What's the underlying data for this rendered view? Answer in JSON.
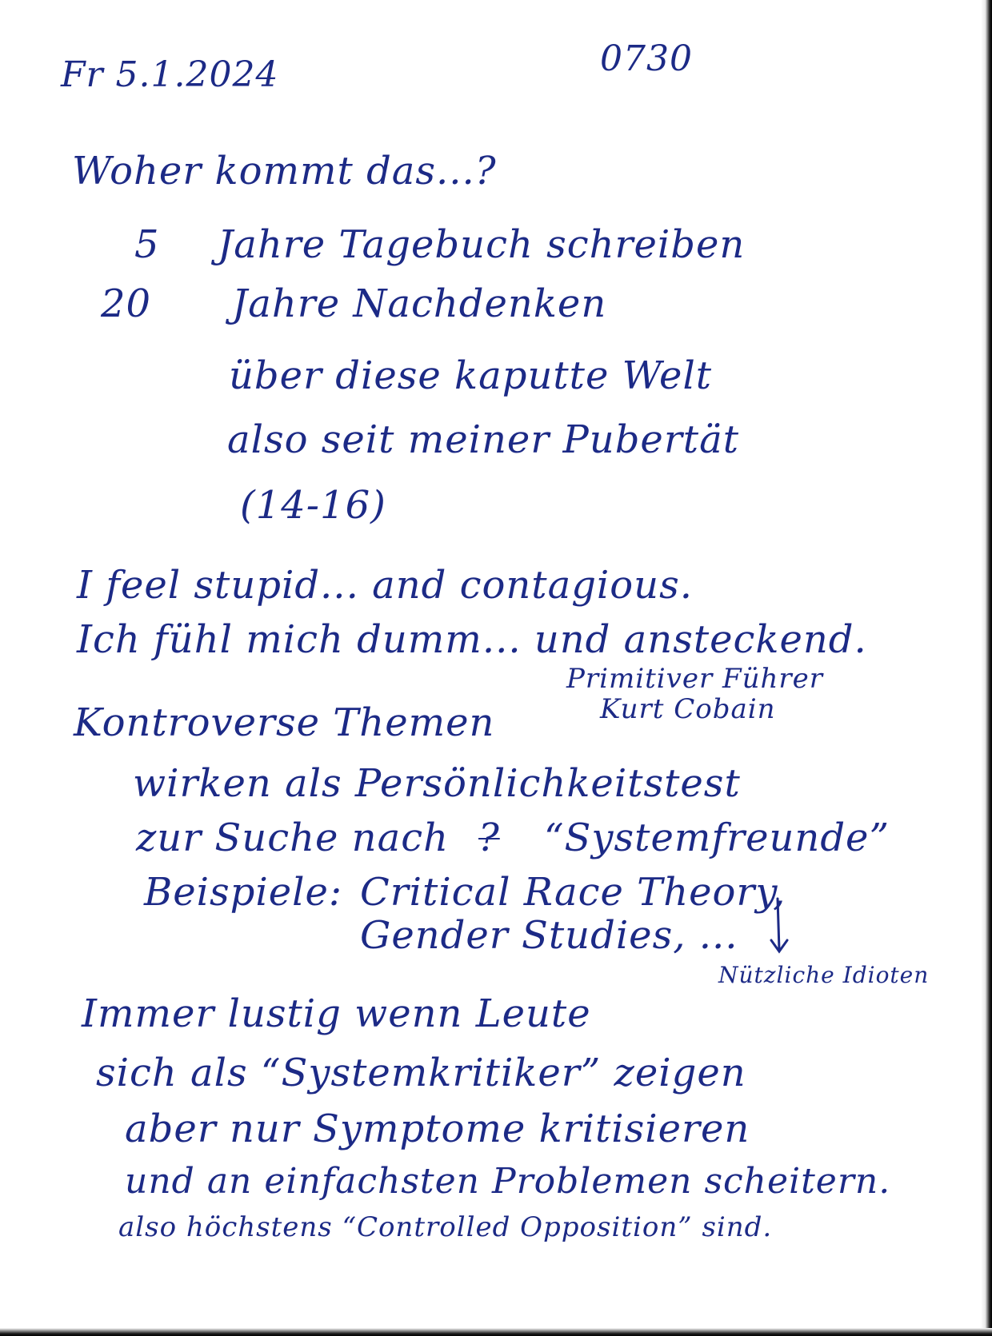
{
  "ink_color": "#1c2a86",
  "header": {
    "date": "Fr 5.1.2024",
    "time": "0730"
  },
  "section1": {
    "question": "Woher kommt das...?",
    "line1": {
      "num": "5",
      "text": "Jahre Tagebuch schreiben"
    },
    "line2": {
      "num": "20",
      "text": "Jahre Nachdenken"
    },
    "line3": "über diese kaputte Welt",
    "line4": "also seit meiner Pubertät",
    "line5": "(14-16)"
  },
  "section2": {
    "english": "I feel stupid... and contagious.",
    "german": "Ich fühl mich dumm... und ansteckend.",
    "note_line1": "Primitiver Führer",
    "note_line2": "Kurt Cobain"
  },
  "section3": {
    "title": "Kontroverse Themen",
    "line1": "wirken als Persönlichkeitstest",
    "line2_prefix": "zur Suche nach",
    "line2_struck": "?",
    "line2_quote": "“Systemfreunde”",
    "line3_label": "Beispiele:",
    "line3_items": "Critical Race Theory,",
    "line4": "Gender Studies, ...",
    "side_note": "Nützliche Idioten"
  },
  "section4": {
    "line1": "Immer lustig wenn Leute",
    "line2": "sich als “Systemkritiker” zeigen",
    "line3": "aber nur Symptome kritisieren",
    "line4": "und an einfachsten Problemen scheitern.",
    "line5": "also höchstens “Controlled Opposition” sind."
  }
}
